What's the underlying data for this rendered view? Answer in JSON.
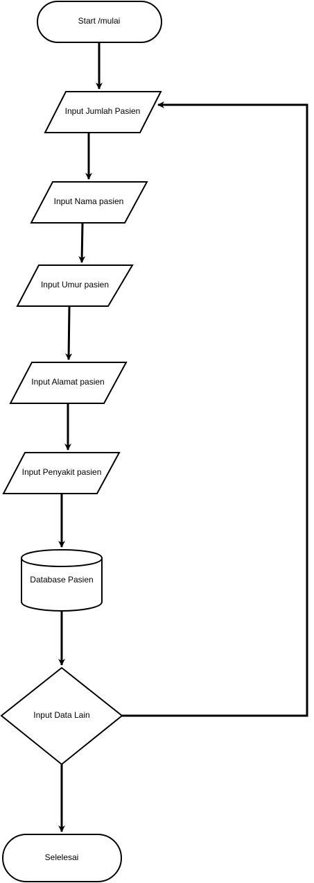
{
  "nodes": {
    "start": {
      "label": "Start /mulai"
    },
    "input_jumlah": {
      "label": "Input Jumlah Pasien"
    },
    "input_nama": {
      "label": "Input Nama pasien"
    },
    "input_umur": {
      "label": "Input Umur pasien"
    },
    "input_alamat": {
      "label": "Input Alamat pasien"
    },
    "input_penyakit": {
      "label": "Input Penyakit pasien"
    },
    "database": {
      "label": "Database Pasien"
    },
    "decision": {
      "label": "Input Data Lain"
    },
    "end": {
      "label": "Selelesai"
    }
  },
  "colors": {
    "stroke": "#000000",
    "fill": "#ffffff"
  }
}
